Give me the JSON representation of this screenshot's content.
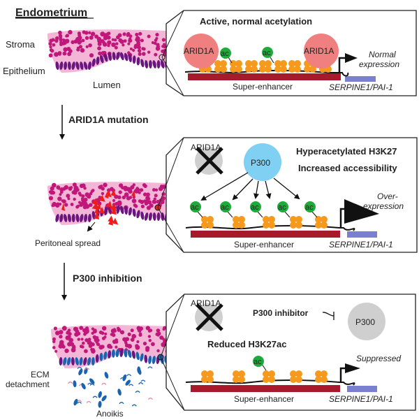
{
  "title": "Endometrium",
  "tissue_labels": {
    "stroma": "Stroma",
    "epithelium": "Epithelium",
    "lumen": "Lumen",
    "peritoneal_spread": "Peritoneal spread",
    "ecm_detachment_line1": "ECM",
    "ecm_detachment_line2": "detachment",
    "anoikis": "Anoikis"
  },
  "steps": {
    "step1": "ARID1A mutation",
    "step2": "P300 inhibition"
  },
  "panels": [
    {
      "heading": "Active, normal acetylation",
      "arid1a_left": "ARID1A",
      "arid1a_right": "ARID1A",
      "ac_marks": [
        "ac",
        "ac"
      ],
      "expression_line1": "Normal",
      "expression_line2": "expression",
      "enhancer": "Super-enhancer",
      "gene": "SERPINE1/PAI-1"
    },
    {
      "arid1a": "ARID1A",
      "p300": "P300",
      "heading_line1": "Hyperacetylated H3K27",
      "heading_line2": "Increased accessibility",
      "ac_marks": [
        "ac",
        "ac",
        "ac",
        "ac",
        "ac"
      ],
      "expression_line1": "Over-",
      "expression_line2": "expression",
      "enhancer": "Super-enhancer",
      "gene": "SERPINE1/PAI-1"
    },
    {
      "arid1a": "ARID1A",
      "inhibitor": "P300 inhibitor",
      "p300": "P300",
      "heading": "Reduced H3K27ac",
      "ac_marks": [
        "ac"
      ],
      "expression": "Suppressed",
      "enhancer": "Super-enhancer",
      "gene": "SERPINE1/PAI-1"
    }
  ],
  "colors": {
    "stroma_bg": "#f4b6d6",
    "stroma_cell": "#c0177a",
    "epithelium_cell": "#6a1580",
    "arid1a": "#f07f7f",
    "p300_active": "#7fd0f2",
    "inactive_gray": "#cfcfcf",
    "ac_green": "#1faa3c",
    "nucleosome": "#f59a1c",
    "enhancer_bar": "#a8192b",
    "gene_bar": "#7b7fcf",
    "invasive_red": "#ef1c1c",
    "anoikis_blue": "#1a63b0"
  }
}
